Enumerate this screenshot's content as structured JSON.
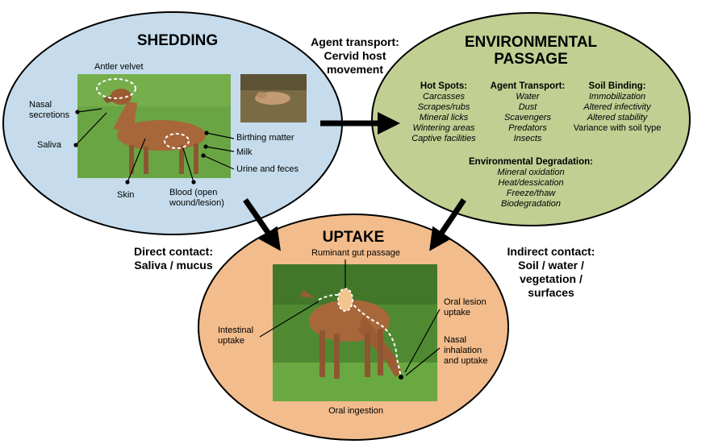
{
  "shedding": {
    "title": "SHEDDING",
    "labels": {
      "antler_velvet": "Antler velvet",
      "nasal": "Nasal\nsecretions",
      "saliva": "Saliva",
      "skin": "Skin",
      "blood": "Blood (open\nwound/lesion)",
      "birthing": "Birthing matter",
      "milk": "Milk",
      "urine": "Urine and feces"
    }
  },
  "environmental": {
    "title_line1": "ENVIRONMENTAL",
    "title_line2": "PASSAGE",
    "hot_spots": {
      "header": "Hot Spots:",
      "items": [
        "Carcasses",
        "Scrapes/rubs",
        "Mineral licks",
        "Wintering areas",
        "Captive facilities"
      ]
    },
    "agent_transport": {
      "header": "Agent Transport:",
      "items": [
        "Water",
        "Dust",
        "Scavengers",
        "Predators",
        "Insects"
      ]
    },
    "soil_binding": {
      "header": "Soil Binding:",
      "items": [
        "Immobilization",
        "Altered infectivity",
        "Altered stability"
      ],
      "extra": "Variance with soil type"
    },
    "degradation": {
      "header": "Environmental Degradation:",
      "items": [
        "Mineral oxidation",
        "Heat/dessication",
        "Freeze/thaw",
        "Biodegradation"
      ]
    }
  },
  "uptake": {
    "title": "UPTAKE",
    "labels": {
      "ruminant": "Ruminant gut passage",
      "intestinal": "Intestinal\nuptake",
      "oral_lesion": "Oral lesion\nuptake",
      "nasal": "Nasal\ninhalation\nand uptake",
      "oral_ingestion": "Oral ingestion"
    }
  },
  "connectors": {
    "agent_transport": "Agent transport:\nCervid host\nmovement",
    "direct": "Direct contact:\nSaliva / mucus",
    "indirect": "Indirect contact:\nSoil / water /\nvegetation /\nsurfaces"
  },
  "colors": {
    "shedding_fill": "#c6dcec",
    "environmental_fill": "#c1cf93",
    "uptake_fill": "#f2bc8c",
    "grass": "#5f9a3c",
    "deer": "#a8673a"
  }
}
